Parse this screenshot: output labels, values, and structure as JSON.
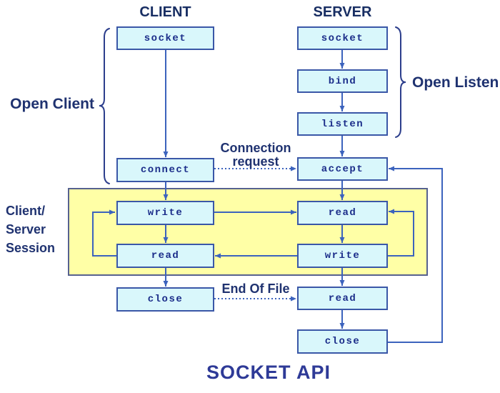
{
  "header": {
    "client": "CLIENT",
    "server": "SERVER"
  },
  "title": "SOCKET API",
  "annotations": {
    "open_client": "Open Client",
    "open_listen": "Open Listen",
    "connection_request": [
      "Connection",
      "request"
    ],
    "end_of_file": "End Of File",
    "session": [
      "Client/",
      "Server",
      "Session"
    ]
  },
  "boxes": {
    "client_socket": "socket",
    "client_connect": "connect",
    "client_write": "write",
    "client_read": "read",
    "client_close": "close",
    "server_socket": "socket",
    "server_bind": "bind",
    "server_listen": "listen",
    "server_accept": "accept",
    "server_read1": "read",
    "server_write": "write",
    "server_read2": "read",
    "server_close": "close"
  },
  "colors": {
    "box_fill": "#d9f7fb",
    "box_border": "#3a57a7",
    "box_text": "#1b2d8a",
    "arrow_color": "#3c63bd",
    "brace_color": "#2c3e8c",
    "session_fill": "#ffffa6",
    "session_border": "#56618f",
    "label_text": "#1f3270",
    "header_text": "#182e63",
    "title_text": "#2e3a97"
  }
}
